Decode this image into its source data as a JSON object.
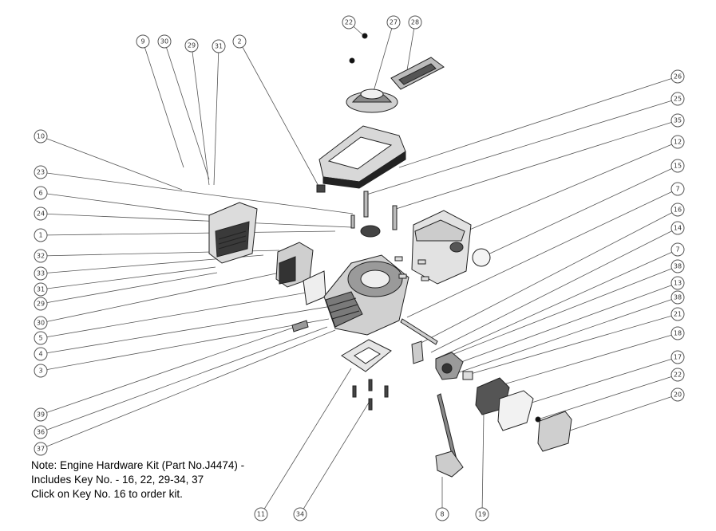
{
  "note": {
    "line1": "Note:  Engine Hardware Kit (Part No.J4474) -",
    "line2": "Includes Key No. - 16, 22, 29-34, 37",
    "line3": "Click on Key No. 16 to order kit."
  },
  "keys": [
    "22",
    "27",
    "28",
    "9",
    "30",
    "29",
    "31",
    "2",
    "26",
    "25",
    "10",
    "35",
    "12",
    "23",
    "15",
    "6",
    "7",
    "24",
    "16",
    "1",
    "14",
    "32",
    "7",
    "38",
    "33",
    "13",
    "31",
    "38",
    "29",
    "21",
    "30",
    "18",
    "5",
    "4",
    "17",
    "3",
    "22",
    "20",
    "39",
    "36",
    "37",
    "11",
    "34",
    "8",
    "19"
  ],
  "colors": {
    "line": "#555555",
    "part": "#222222",
    "text": "#000000"
  }
}
